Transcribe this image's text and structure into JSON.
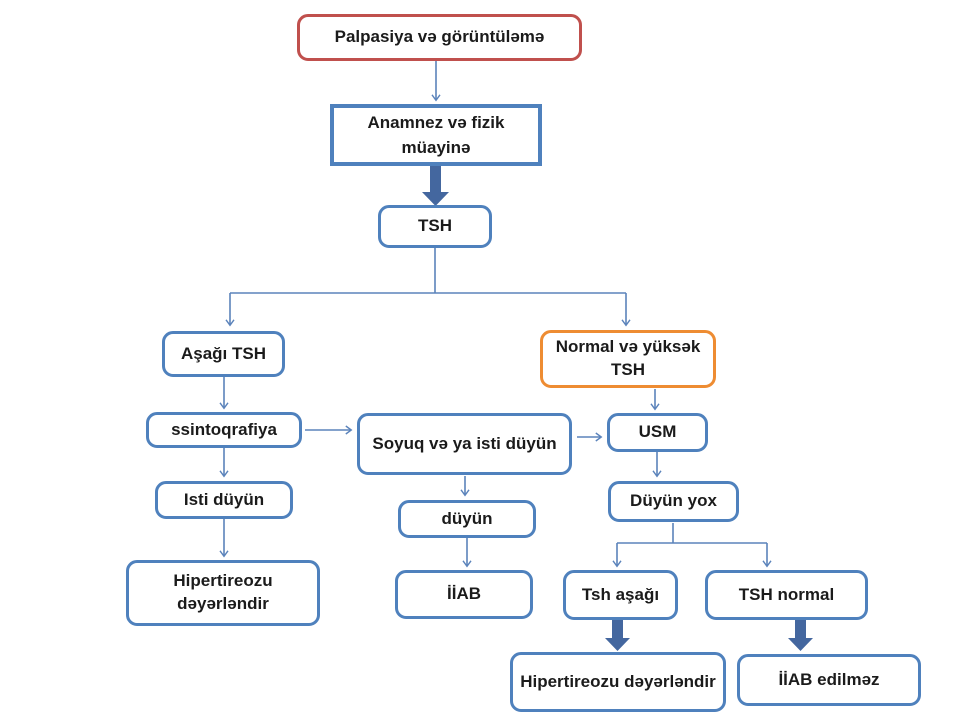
{
  "diagram": {
    "description": "Thyroid nodule evaluation flowchart (Azerbaijani)",
    "colors": {
      "box_border_blue": "#4F81BD",
      "box_border_red": "#C0504D",
      "box_border_orange": "#EE8C32",
      "connector_blue": "#5B83BB",
      "thick_arrow_blue": "#44679F",
      "text": "#1b1b1b",
      "background": "#ffffff"
    },
    "nodes": {
      "palpation": {
        "label": "Palpasiya və görüntüləmə"
      },
      "anamnez": {
        "label": "Anamnez və fizik müayinə"
      },
      "tsh": {
        "label": "TSH"
      },
      "asagi_tsh": {
        "label": "Aşağı TSH"
      },
      "normal_tsh": {
        "label": "Normal və yüksək TSH"
      },
      "ssintoqrafiya": {
        "label": "ssintoqrafiya"
      },
      "soyuq_isti": {
        "label": "Soyuq və ya isti düyün"
      },
      "usm": {
        "label": "USM"
      },
      "isti_duyun": {
        "label": "Isti düyün"
      },
      "duyun": {
        "label": "düyün"
      },
      "duyun_yox": {
        "label": "Düyün yox"
      },
      "hipertireozu_sol": {
        "label": "Hipertireozu dəyərləndir"
      },
      "iiab": {
        "label": "İİAB"
      },
      "tsh_asagi": {
        "label": "Tsh aşağı"
      },
      "tsh_normal": {
        "label": "TSH normal"
      },
      "hipertireozu_alt": {
        "label": "Hipertireozu dəyərləndir"
      },
      "iiab_edilmez": {
        "label": "İİAB edilməz"
      }
    },
    "edges": [
      {
        "from": "palpation",
        "to": "anamnez",
        "style": "thin-arrow"
      },
      {
        "from": "anamnez",
        "to": "tsh",
        "style": "thick-block-arrow"
      },
      {
        "from": "tsh",
        "to": "asagi_tsh",
        "style": "thin-arrow-branch"
      },
      {
        "from": "tsh",
        "to": "normal_tsh",
        "style": "thin-arrow-branch"
      },
      {
        "from": "asagi_tsh",
        "to": "ssintoqrafiya",
        "style": "thin-arrow"
      },
      {
        "from": "ssintoqrafiya",
        "to": "soyuq_isti",
        "style": "thin-arrow"
      },
      {
        "from": "ssintoqrafiya",
        "to": "isti_duyun",
        "style": "thin-arrow"
      },
      {
        "from": "isti_duyun",
        "to": "hipertireozu_sol",
        "style": "thin-arrow"
      },
      {
        "from": "soyuq_isti",
        "to": "usm",
        "style": "thin-arrow"
      },
      {
        "from": "soyuq_isti",
        "to": "duyun",
        "style": "thin-arrow"
      },
      {
        "from": "duyun",
        "to": "iiab",
        "style": "thin-arrow"
      },
      {
        "from": "normal_tsh",
        "to": "usm",
        "style": "thin-arrow"
      },
      {
        "from": "usm",
        "to": "duyun_yox",
        "style": "thin-arrow"
      },
      {
        "from": "duyun_yox",
        "to": "tsh_asagi",
        "style": "thin-arrow-branch"
      },
      {
        "from": "duyun_yox",
        "to": "tsh_normal",
        "style": "thin-arrow-branch"
      },
      {
        "from": "tsh_asagi",
        "to": "hipertireozu_alt",
        "style": "thick-block-arrow"
      },
      {
        "from": "tsh_normal",
        "to": "iiab_edilmez",
        "style": "thick-block-arrow"
      }
    ]
  }
}
